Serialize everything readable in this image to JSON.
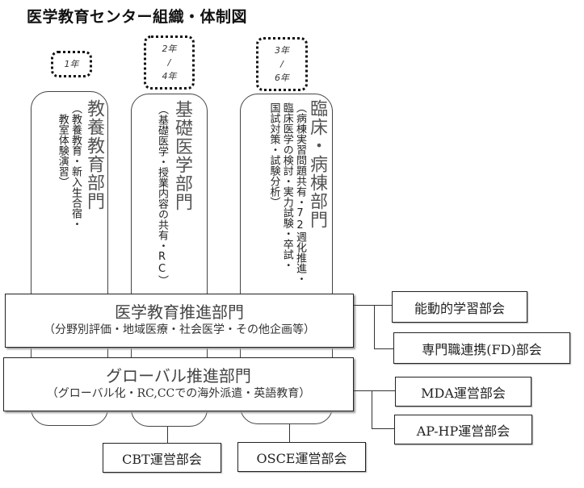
{
  "title": "医学教育センター組織・体制図",
  "years": [
    {
      "lines": [
        "1年"
      ]
    },
    {
      "lines": [
        "2年",
        "/",
        "4年"
      ]
    },
    {
      "lines": [
        "3年",
        "/",
        "6年"
      ]
    }
  ],
  "columns": [
    {
      "name": "教養教育部門",
      "description": "（教養教育・新入生合宿・\n　教室体験演習）"
    },
    {
      "name": "基礎医学部門",
      "description": "（基礎医学・授業内容の共有・RC）"
    },
    {
      "name": "臨床・病棟部門",
      "description": "（病棟実習問題共有・72週化推進・\n臨床医学の検討・実力試験・卒試・\n国試対策・試験分析）"
    }
  ],
  "divisions": [
    {
      "name": "医学教育推進部門",
      "description": "（分野別評価・地域医療・社会医学・その他企画等）"
    },
    {
      "name": "グローバル推進部門",
      "description": "（グローバル化・RC,CCでの海外派遣・英語教育）"
    }
  ],
  "committees": {
    "active_learning": "能動的学習部会",
    "ipe_fd": "専門職連携(FD)部会",
    "mda": "MDA運営部会",
    "ap_hp": "AP-HP運営部会",
    "cbt": "CBT運営部会",
    "osce": "OSCE運営部会"
  }
}
